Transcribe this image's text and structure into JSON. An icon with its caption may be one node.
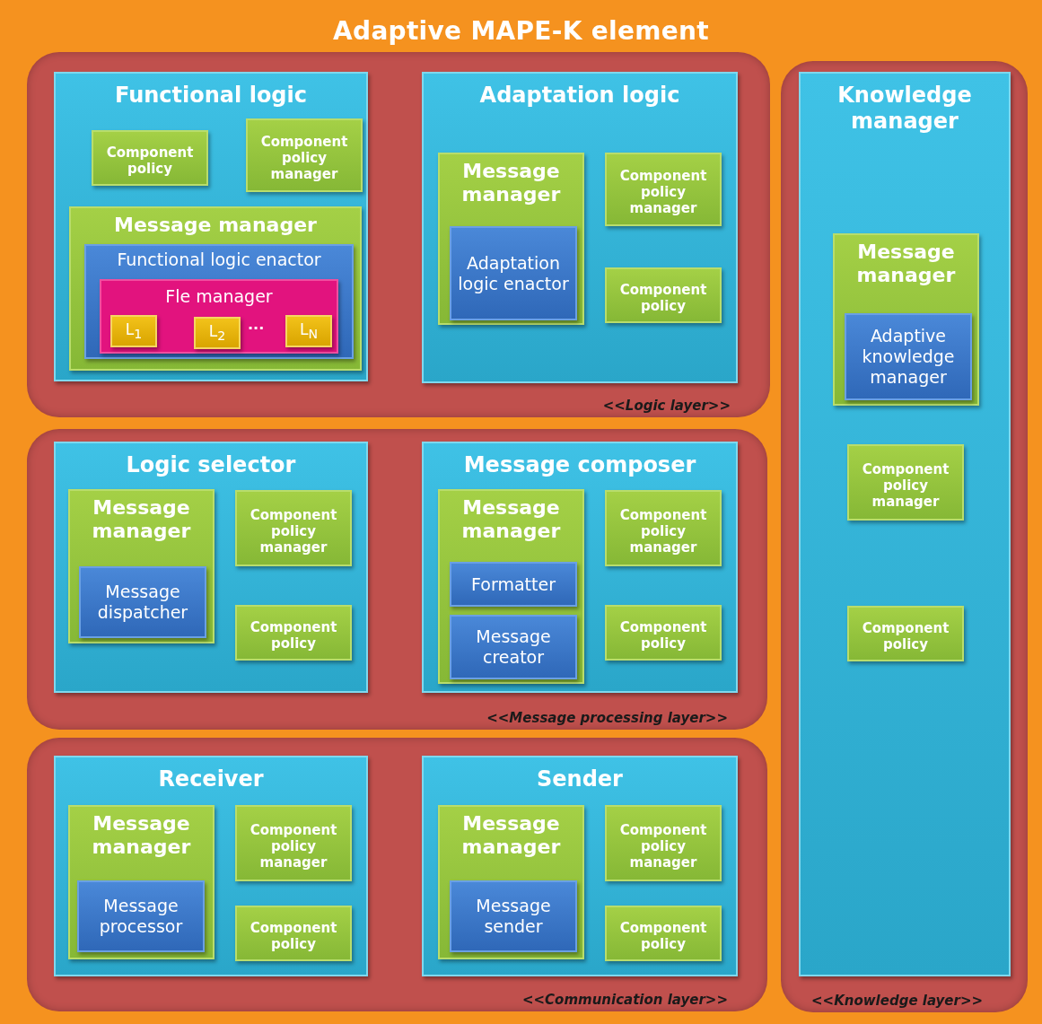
{
  "diagram": {
    "nodes": [
      {
        "text": [
          "Adaptive MAPE-K element"
        ]
      },
      {
        "text": [
          "<<Logic layer>>"
        ],
        "in": 0
      },
      {
        "text": [
          "Functional logic"
        ],
        "in": 1
      },
      {
        "text": [
          "Component policy"
        ],
        "in": 2
      },
      {
        "text": [
          "Component policy manager"
        ],
        "in": 2
      },
      {
        "text": [
          "Message manager"
        ],
        "in": 2
      },
      {
        "text": [
          "Functional logic enactor"
        ],
        "in": 5
      },
      {
        "text": [
          "Fle manager"
        ],
        "in": 6
      },
      {
        "text": [
          "L$_{1}$"
        ],
        "in": 7
      },
      {
        "text": [
          "L$_{2}$"
        ],
        "in": 7
      },
      {
        "text": [
          "L$_{N}$"
        ],
        "in": 7
      },
      {
        "text": [
          "Adaptation logic"
        ],
        "in": 1
      },
      {
        "text": [
          "Message manager"
        ],
        "in": 11
      },
      {
        "text": [
          "Adaptation logic enactor"
        ],
        "in": 12
      },
      {
        "text": [
          "Component policy manager"
        ],
        "in": 11
      },
      {
        "text": [
          "Component policy"
        ],
        "in": 11
      },
      {
        "text": [
          "<<Message processing layer>>"
        ],
        "in": 0
      },
      {
        "text": [
          "Logic selector"
        ],
        "in": 16
      },
      {
        "text": [
          "Message manager"
        ],
        "in": 17
      },
      {
        "text": [
          "Message dispatcher"
        ],
        "in": 18
      },
      {
        "text": [
          "Component policy manager"
        ],
        "in": 17
      },
      {
        "text": [
          "Component policy"
        ],
        "in": 17
      },
      {
        "text": [
          "Message composer"
        ],
        "in": 16
      },
      {
        "text": [
          "Message manager"
        ],
        "in": 22
      },
      {
        "text": [
          "Formatter"
        ],
        "in": 23
      },
      {
        "text": [
          "Message creator"
        ],
        "in": 23
      },
      {
        "text": [
          "Component policy manager"
        ],
        "in": 22
      },
      {
        "text": [
          "Component policy"
        ],
        "in": 22
      },
      {
        "text": [
          "<<Communication layer>>"
        ],
        "in": 0
      },
      {
        "text": [
          "Receiver"
        ],
        "in": 28
      },
      {
        "text": [
          "Message manager"
        ],
        "in": 29
      },
      {
        "text": [
          "Message processor"
        ],
        "in": 30
      },
      {
        "text": [
          "Component policy manager"
        ],
        "in": 29
      },
      {
        "text": [
          "Component policy"
        ],
        "in": 29
      },
      {
        "text": [
          "Sender"
        ],
        "in": 28
      },
      {
        "text": [
          "Message manager"
        ],
        "in": 34
      },
      {
        "text": [
          "Message sender"
        ],
        "in": 35
      },
      {
        "text": [
          "Component policy manager"
        ],
        "in": 34
      },
      {
        "text": [
          "Component policy"
        ],
        "in": 34
      },
      {
        "text": [
          "<<Knowledge layer>>"
        ],
        "in": 0
      },
      {
        "text": [
          "Knowledge manager"
        ],
        "in": 39
      },
      {
        "text": [
          "Message manager"
        ],
        "in": 40
      },
      {
        "text": [
          "Adaptive knowledge manager"
        ],
        "in": 41
      },
      {
        "text": [
          "Component policy manager"
        ],
        "in": 40
      },
      {
        "text": [
          "Component policy"
        ],
        "in": 40
      }
    ],
    "labels": [
      "···"
    ]
  }
}
